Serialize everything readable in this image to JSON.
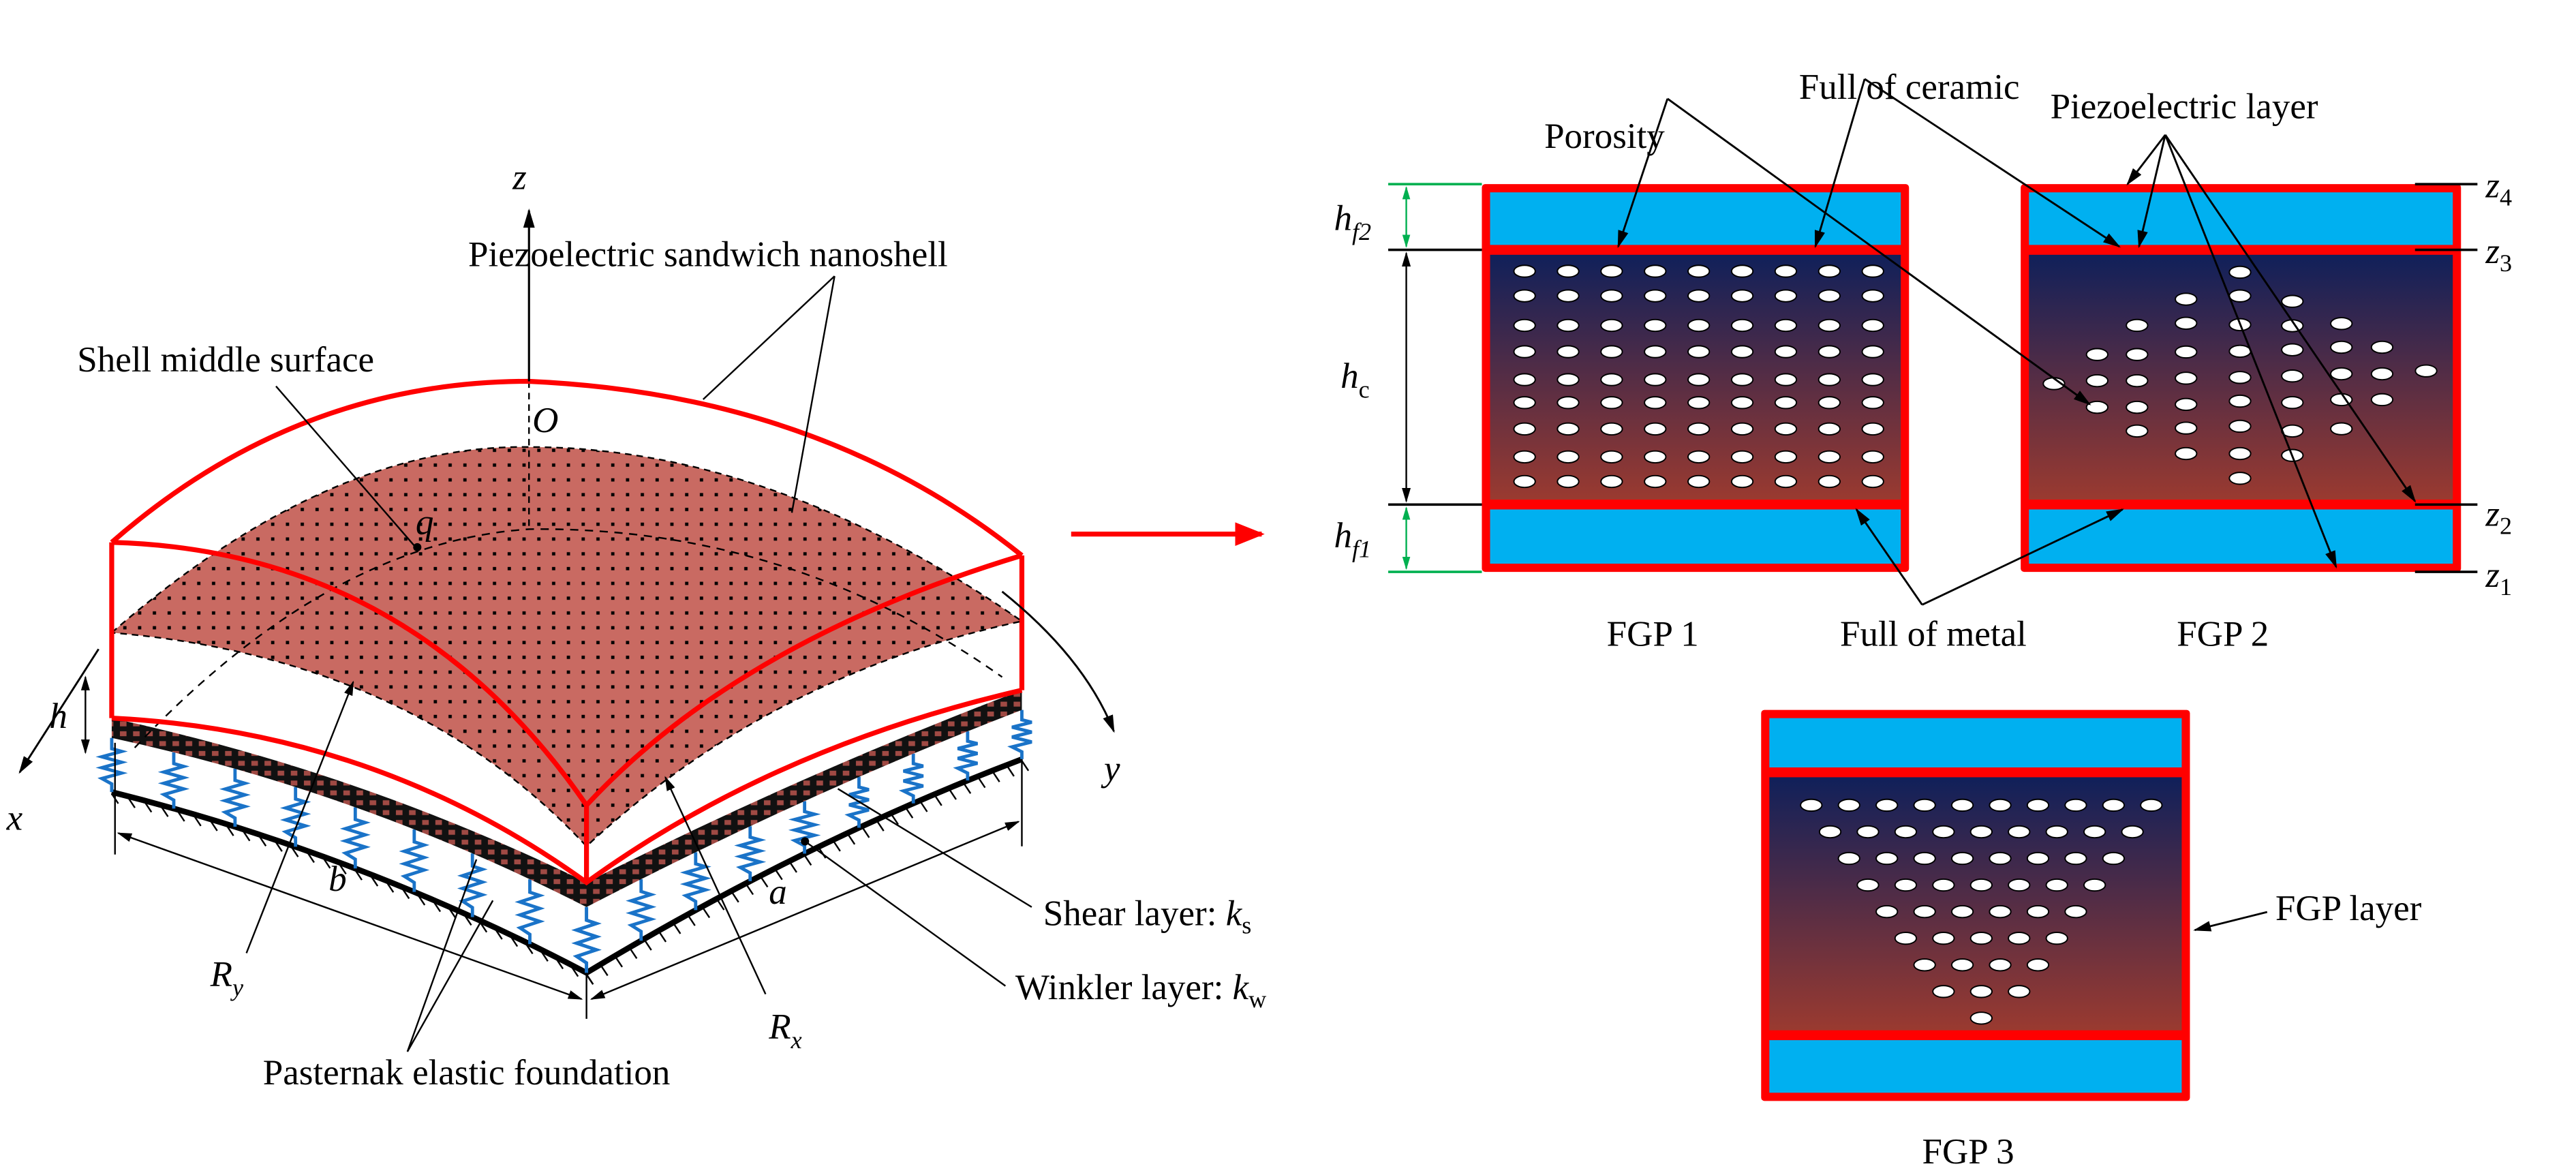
{
  "left_figure": {
    "axis_z": "z",
    "axis_x": "x",
    "axis_y": "y",
    "origin": "O",
    "load": "q",
    "thickness": "h",
    "dim_a": "a",
    "dim_b": "b",
    "radius_x": {
      "base": "R",
      "sub": "x"
    },
    "radius_y": {
      "base": "R",
      "sub": "y"
    },
    "shell_label": "Piezoelectric sandwich nanoshell",
    "middle_surface_label": "Shell middle surface",
    "shear_layer": {
      "text": "Shear layer: ",
      "sym": "k",
      "sub": "s"
    },
    "winkler_layer": {
      "text": "Winkler layer: ",
      "sym": "k",
      "sub": "w"
    },
    "foundation_label": "Pasternak elastic foundation"
  },
  "right_figure": {
    "porosity_label": "Porosity",
    "ceramic_label": "Full of ceramic",
    "piezo_label": "Piezoelectric layer",
    "metal_label": "Full of metal",
    "fgp_layer_label": "FGP layer",
    "panels": [
      "FGP 1",
      "FGP 2",
      "FGP 3"
    ],
    "dims": {
      "hf2": {
        "base": "h",
        "sub": "f2"
      },
      "hc": {
        "base": "h",
        "sub": "c"
      },
      "hf1": {
        "base": "h",
        "sub": "f1"
      }
    },
    "z_coords": [
      {
        "base": "z",
        "sub": "4"
      },
      {
        "base": "z",
        "sub": "3"
      },
      {
        "base": "z",
        "sub": "2"
      },
      {
        "base": "z",
        "sub": "1"
      }
    ]
  },
  "colors": {
    "frame_red": "#ff0000",
    "piezo_blue": "#00b0f0",
    "core_top": "#10205a",
    "core_bottom": "#9a3a30",
    "shell_fill": "#c96a62",
    "spring_blue": "#1a73c8",
    "dim_green": "#00b050"
  }
}
